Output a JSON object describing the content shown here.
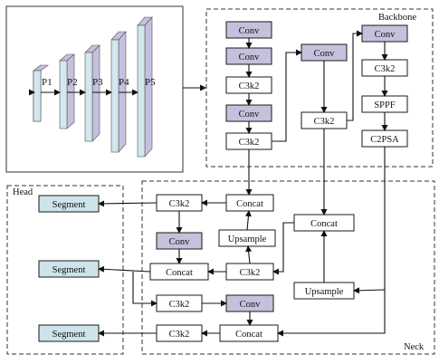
{
  "regions": {
    "backbone": "Backbone",
    "head": "Head",
    "neck": "Neck"
  },
  "pyramid": [
    "P1",
    "P2",
    "P3",
    "P4",
    "P5"
  ],
  "backbone": {
    "col1": [
      "Conv",
      "Conv",
      "C3k2",
      "Conv",
      "C3k2"
    ],
    "col2": [
      "Conv",
      "C3k2"
    ],
    "col3": [
      "Conv",
      "C3k2",
      "SPPF",
      "C2PSA"
    ]
  },
  "neck": {
    "concat_top": "Concat",
    "c3k2_top": "C3k2",
    "conv_mid": "Conv",
    "upsample_mid": "Upsample",
    "concat_mid": "Concat",
    "c3k2_mid": "C3k2",
    "concat_right": "Concat",
    "upsample_right": "Upsample",
    "c3k2_low": "C3k2",
    "conv_low": "Conv",
    "c3k2_bottom": "C3k2",
    "concat_bottom": "Concat"
  },
  "head": [
    "Segment",
    "Segment",
    "Segment"
  ],
  "colors": {
    "conv_fill": "#c5c0dc",
    "segment_fill": "#cfe4ea",
    "plain_fill": "#ffffff",
    "pyramid_front": "#d2e8ee",
    "pyramid_side": "#c5c0de"
  }
}
